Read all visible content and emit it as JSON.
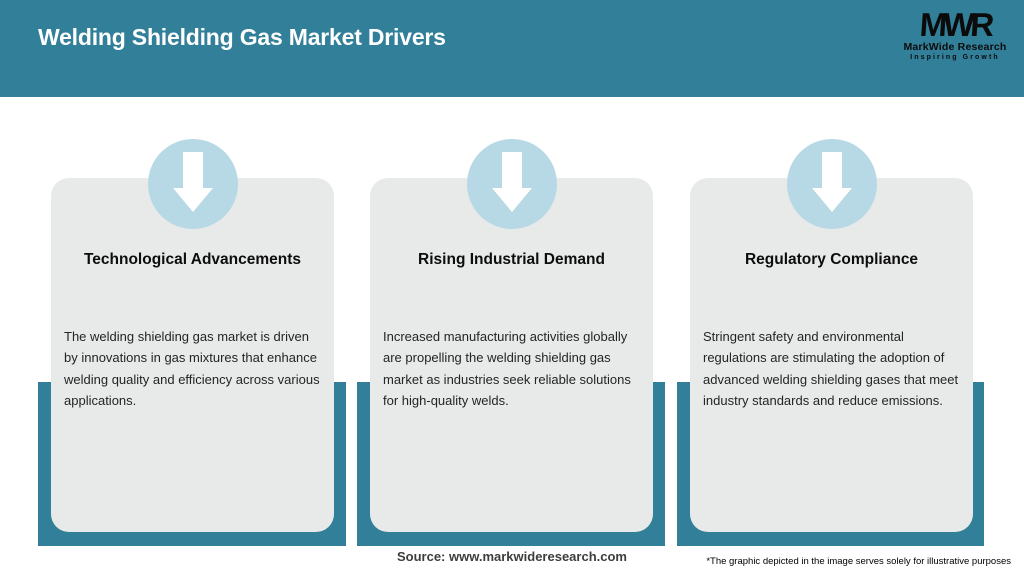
{
  "header": {
    "title": "Welding Shielding Gas Market Drivers",
    "logo": {
      "monogram": "MWR",
      "name": "MarkWide Research",
      "tagline": "Inspiring Growth"
    }
  },
  "cards": [
    {
      "icon": "arrow-down-icon",
      "heading": "Technological Advancements",
      "body": "The welding shielding gas market is driven by innovations in gas mixtures that enhance welding quality and efficiency across various applications."
    },
    {
      "icon": "arrow-down-icon",
      "heading": "Rising Industrial Demand",
      "body": "Increased manufacturing activities globally are propelling the welding shielding gas market as industries seek reliable solutions for high-quality welds."
    },
    {
      "icon": "arrow-down-icon",
      "heading": "Regulatory Compliance",
      "body": "Stringent safety and environmental regulations are stimulating the adoption of advanced welding shielding gases that meet industry standards and reduce emissions."
    }
  ],
  "footer": {
    "source": "Source: www.markwideresearch.com",
    "disclaimer": "*The graphic depicted in the image serves solely for illustrative purposes"
  },
  "colors": {
    "header_teal": "#317f99",
    "backdrop_teal": "#317f99",
    "circle_blue": "#b7d8e5",
    "card_gray": "#e8eaea",
    "title_white": "#ffffff"
  }
}
